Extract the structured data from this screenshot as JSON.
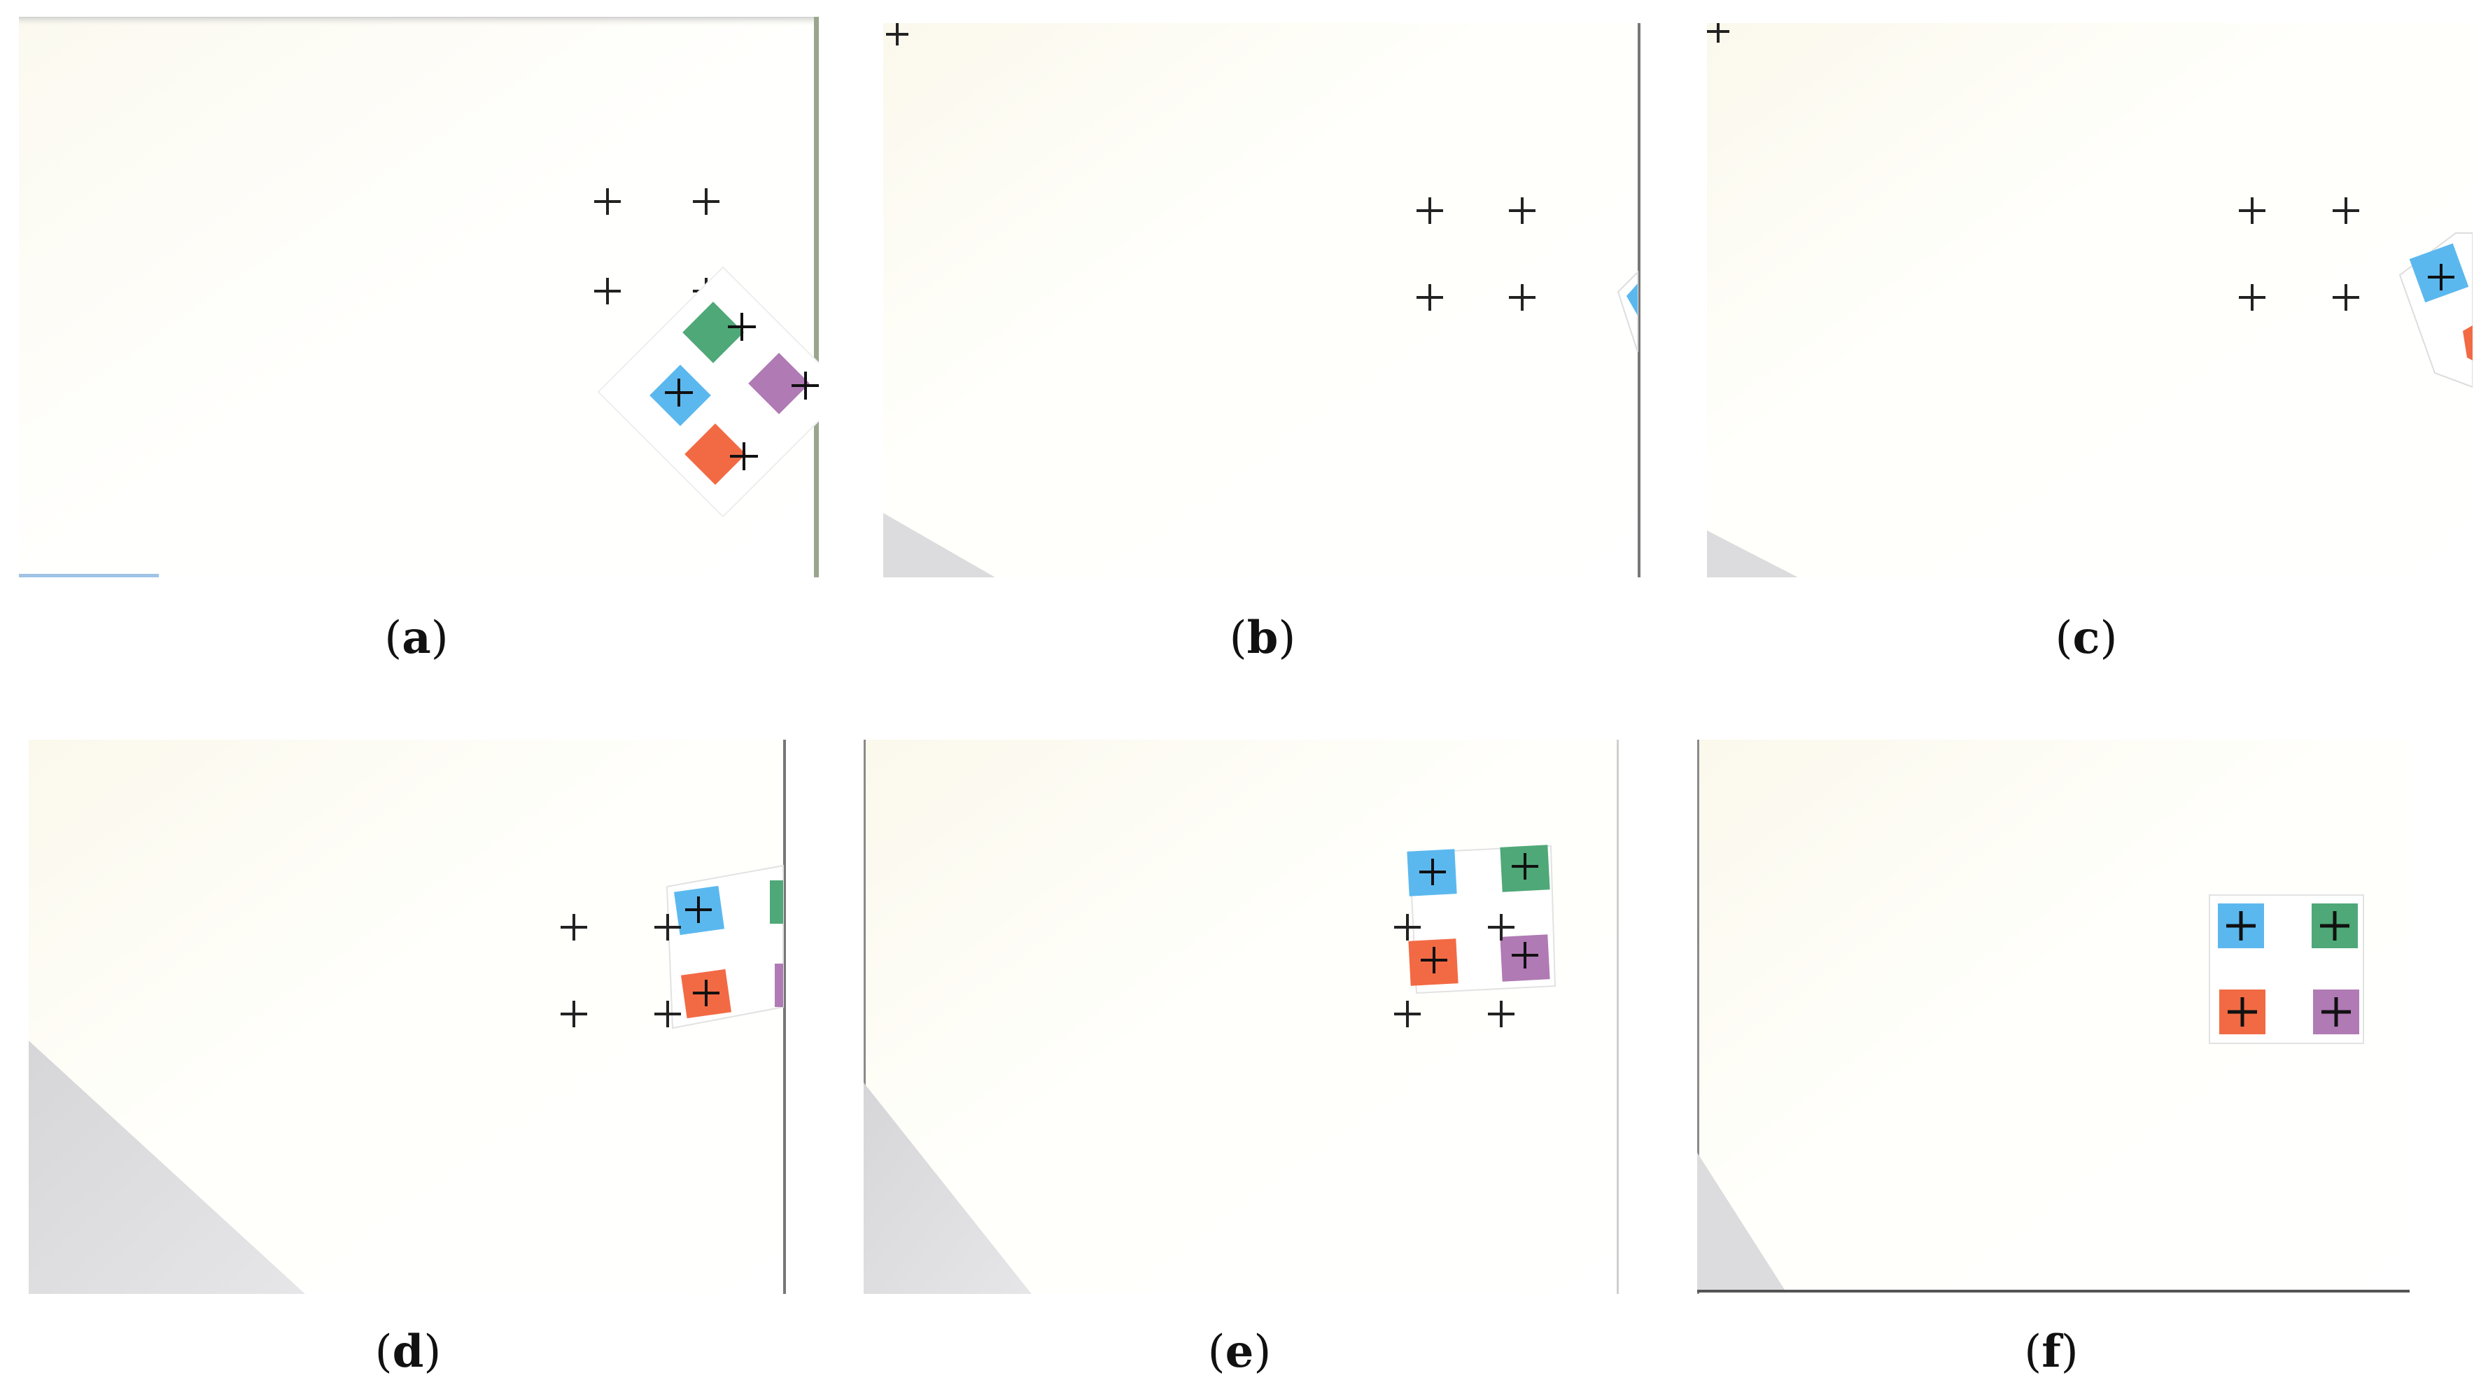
{
  "colors": {
    "blue": "#5bb8ef",
    "green": "#4fa878",
    "orange": "#f26a44",
    "purple": "#b07ab4",
    "background": "#fffefa",
    "shadow": "#dcdcde",
    "cross": "#222222"
  },
  "icons": {
    "target": "plus-crosshair",
    "marker": "colored-square-marker"
  },
  "panels": [
    {
      "id": "a",
      "label": "a"
    },
    {
      "id": "b",
      "label": "b"
    },
    {
      "id": "c",
      "label": "c"
    },
    {
      "id": "d",
      "label": "d"
    },
    {
      "id": "e",
      "label": "e"
    },
    {
      "id": "f",
      "label": "f"
    }
  ]
}
